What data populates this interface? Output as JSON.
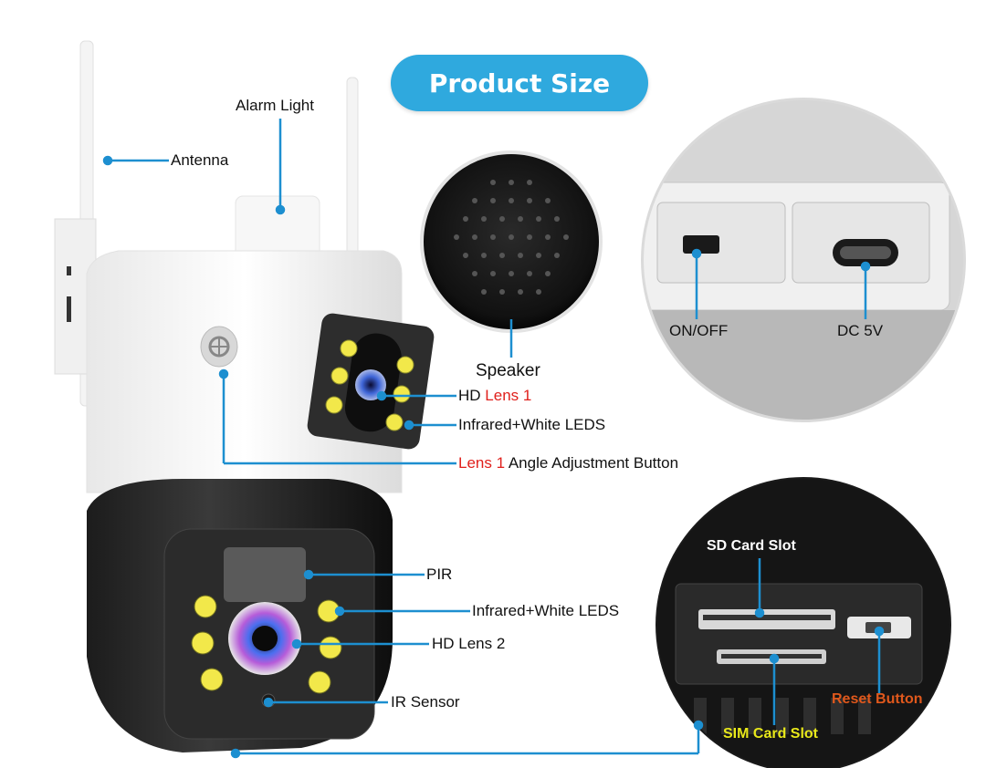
{
  "title": "Product Size",
  "labels": {
    "alarm_light": "Alarm Light",
    "antenna": "Antenna",
    "speaker": "Speaker",
    "on_off": "ON/OFF",
    "dc_5v": "DC 5V",
    "hd_prefix": "HD",
    "lens1_red": "Lens 1",
    "infrared_white_1": "Infrared+White LEDS",
    "lens1_angle_red": "Lens 1",
    "angle_button": "Angle Adjustment Button",
    "pir": "PIR",
    "infrared_white_2": "Infrared+White LEDS",
    "hd_lens_2": "HD Lens 2",
    "ir_sensor": "IR Sensor",
    "sd_card_slot": "SD Card Slot",
    "reset_button": "Reset Button",
    "sim_card_slot": "SIM Card Slot"
  },
  "colors": {
    "accent": "#2fa9de",
    "callout_line": "#1d8fd0",
    "highlight_red": "#e0201c",
    "reset_orange": "#e0581c",
    "sim_yellow": "#e8e81a",
    "led_yellow": "#f2e84a"
  }
}
